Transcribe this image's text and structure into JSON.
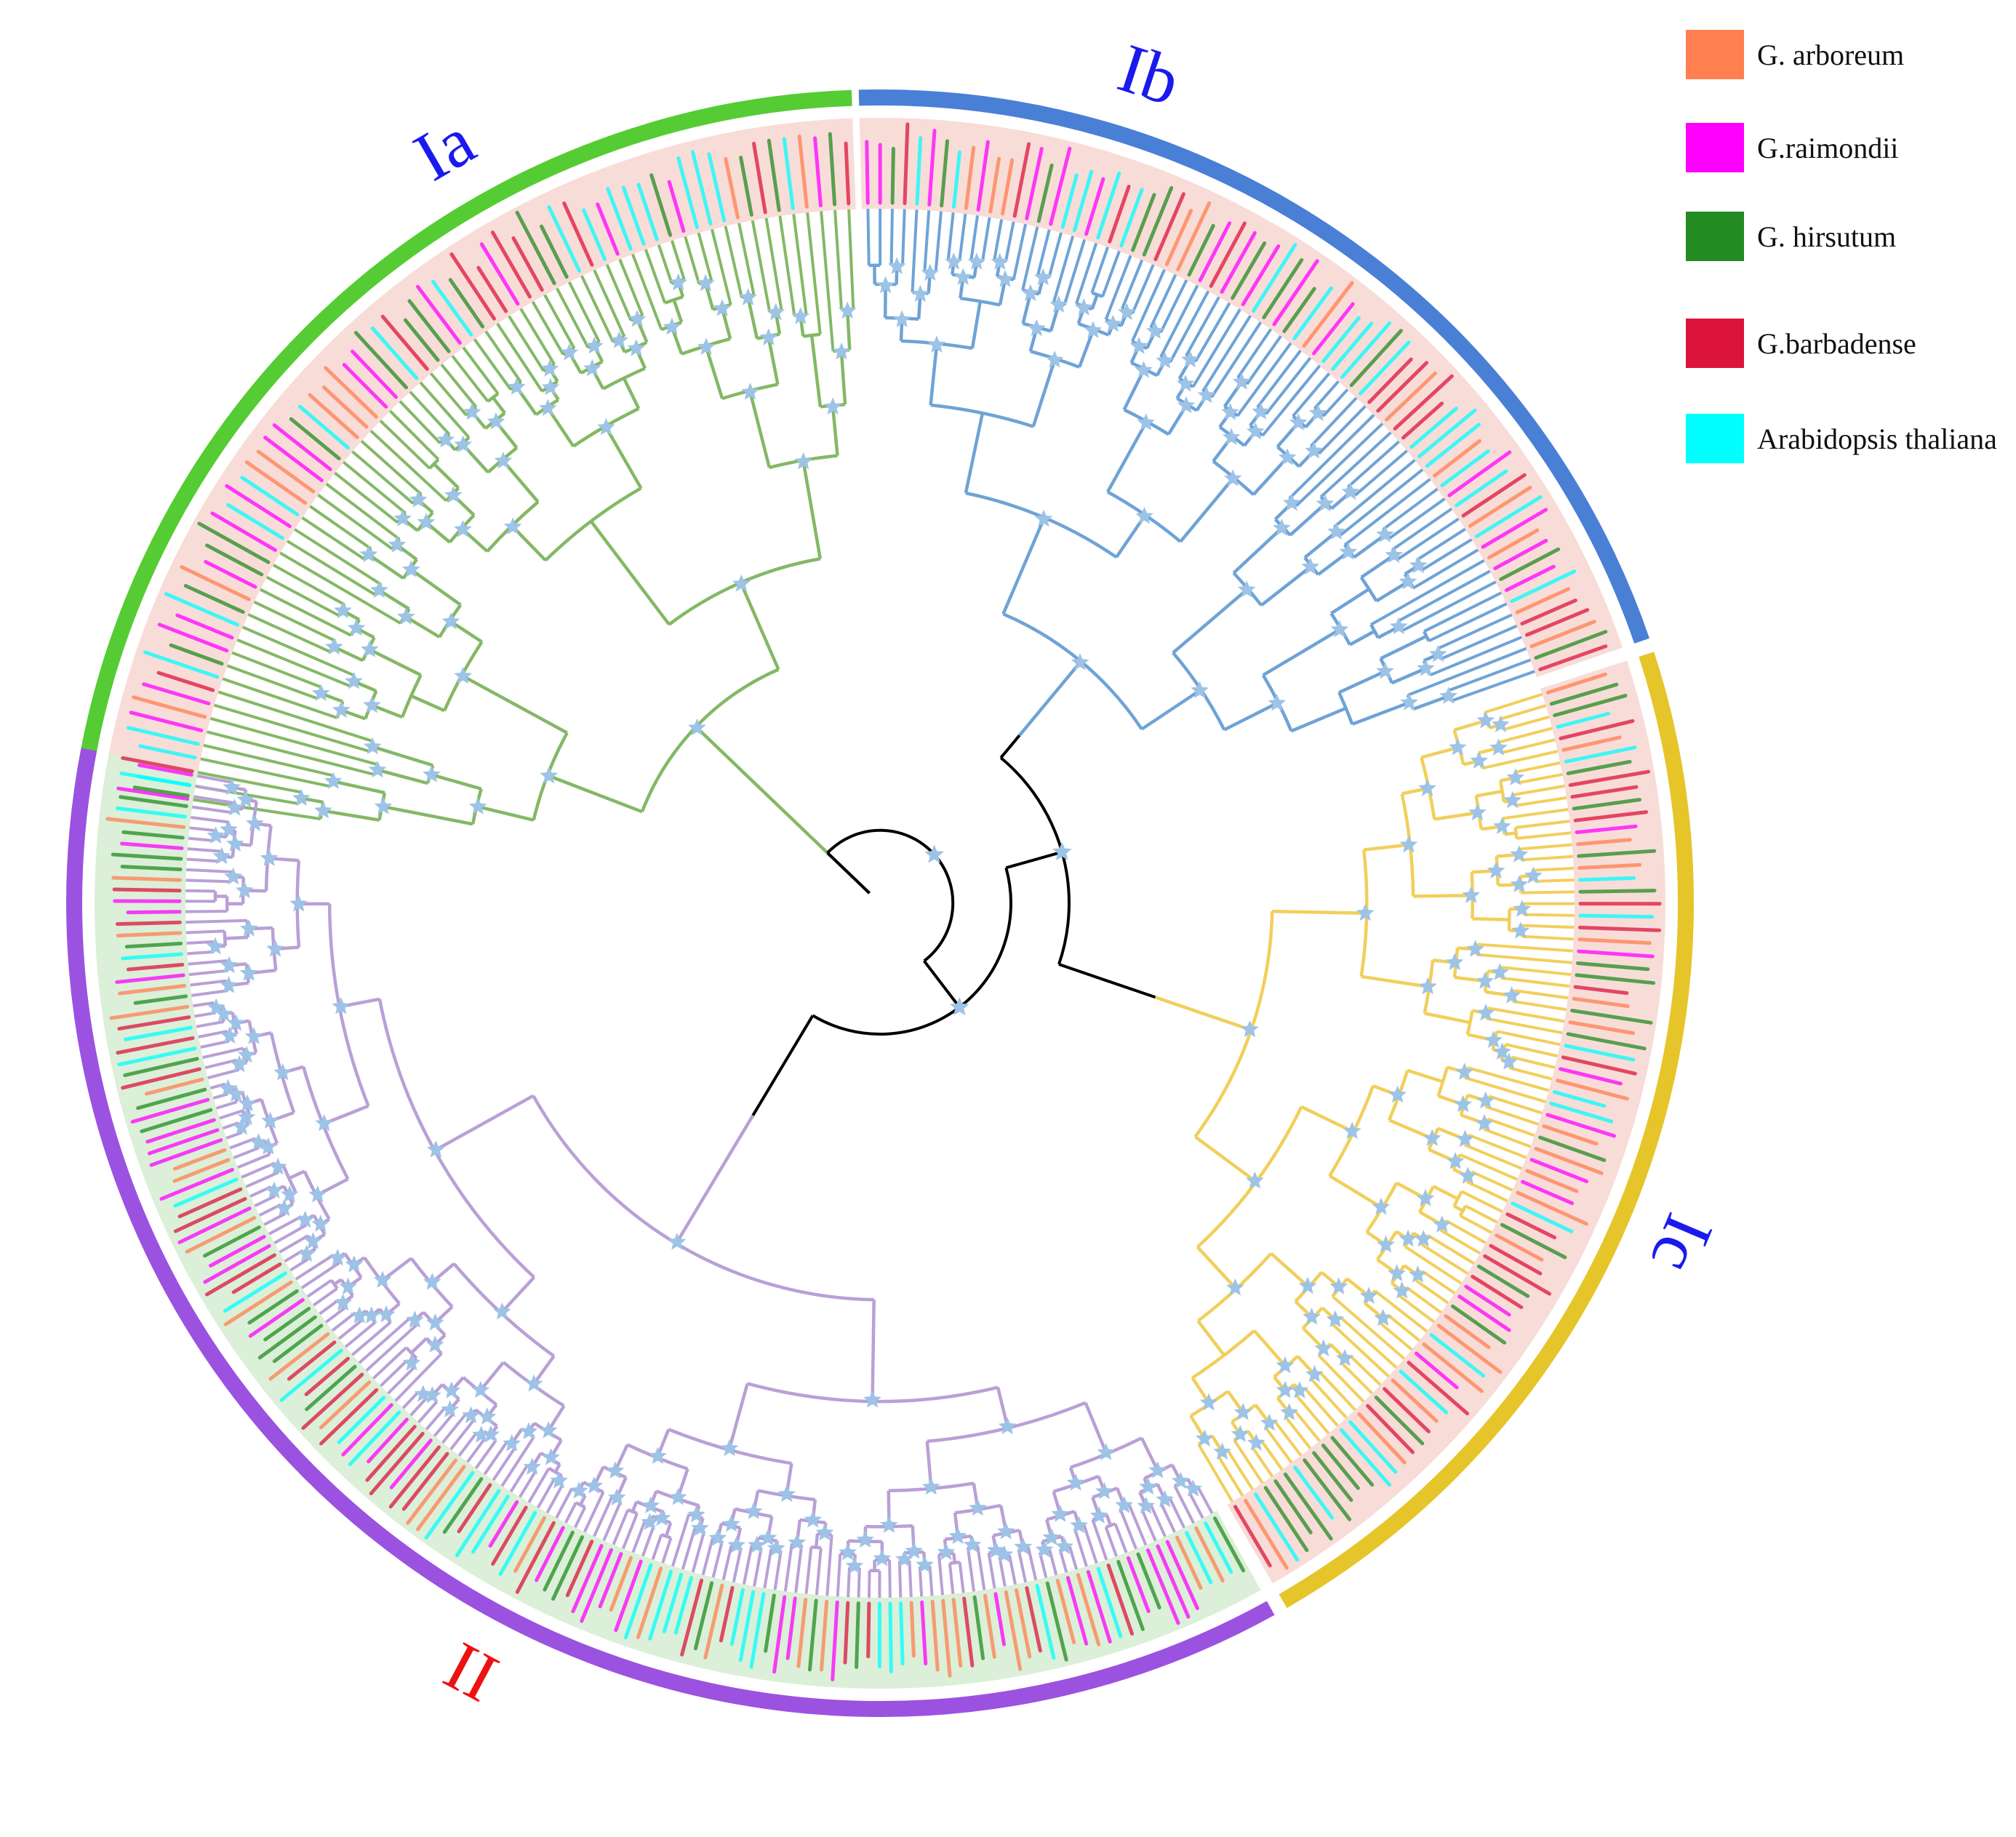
{
  "clades": [
    {
      "id": "Ia",
      "label": "Ia",
      "color": "#55cc33",
      "label_color": "#1a1aee",
      "branch_color": "#84b866",
      "band_bg": "#f8dcd8"
    },
    {
      "id": "Ib",
      "label": "Ib",
      "color": "#4a7fd6",
      "label_color": "#1a1aee",
      "branch_color": "#6fa3d6",
      "band_bg": "#f8dcd8"
    },
    {
      "id": "Ic",
      "label": "Ic",
      "color": "#e6c52a",
      "label_color": "#1a1aee",
      "branch_color": "#f1cf5c",
      "band_bg": "#f8dcd8"
    },
    {
      "id": "II",
      "label": "II",
      "color": "#9b52e0",
      "label_color": "#ee1111",
      "branch_color": "#b9a0d6",
      "band_bg": "#dcefd8"
    }
  ],
  "legend": [
    {
      "label": "G. arboreum",
      "color": "#ff7f50"
    },
    {
      "label": "G.raimondii",
      "color": "#ff00ff"
    },
    {
      "label": "G. hirsutum",
      "color": "#228b22"
    },
    {
      "label": "G.barbadense",
      "color": "#dc143c"
    },
    {
      "label": "Arabidopsis thaliana",
      "color": "#00ffff"
    }
  ],
  "colors": {
    "root_branch": "#000000",
    "bootstrap_star": "#9dc3e6"
  },
  "icons": {
    "bootstrap_marker": "star-icon"
  }
}
